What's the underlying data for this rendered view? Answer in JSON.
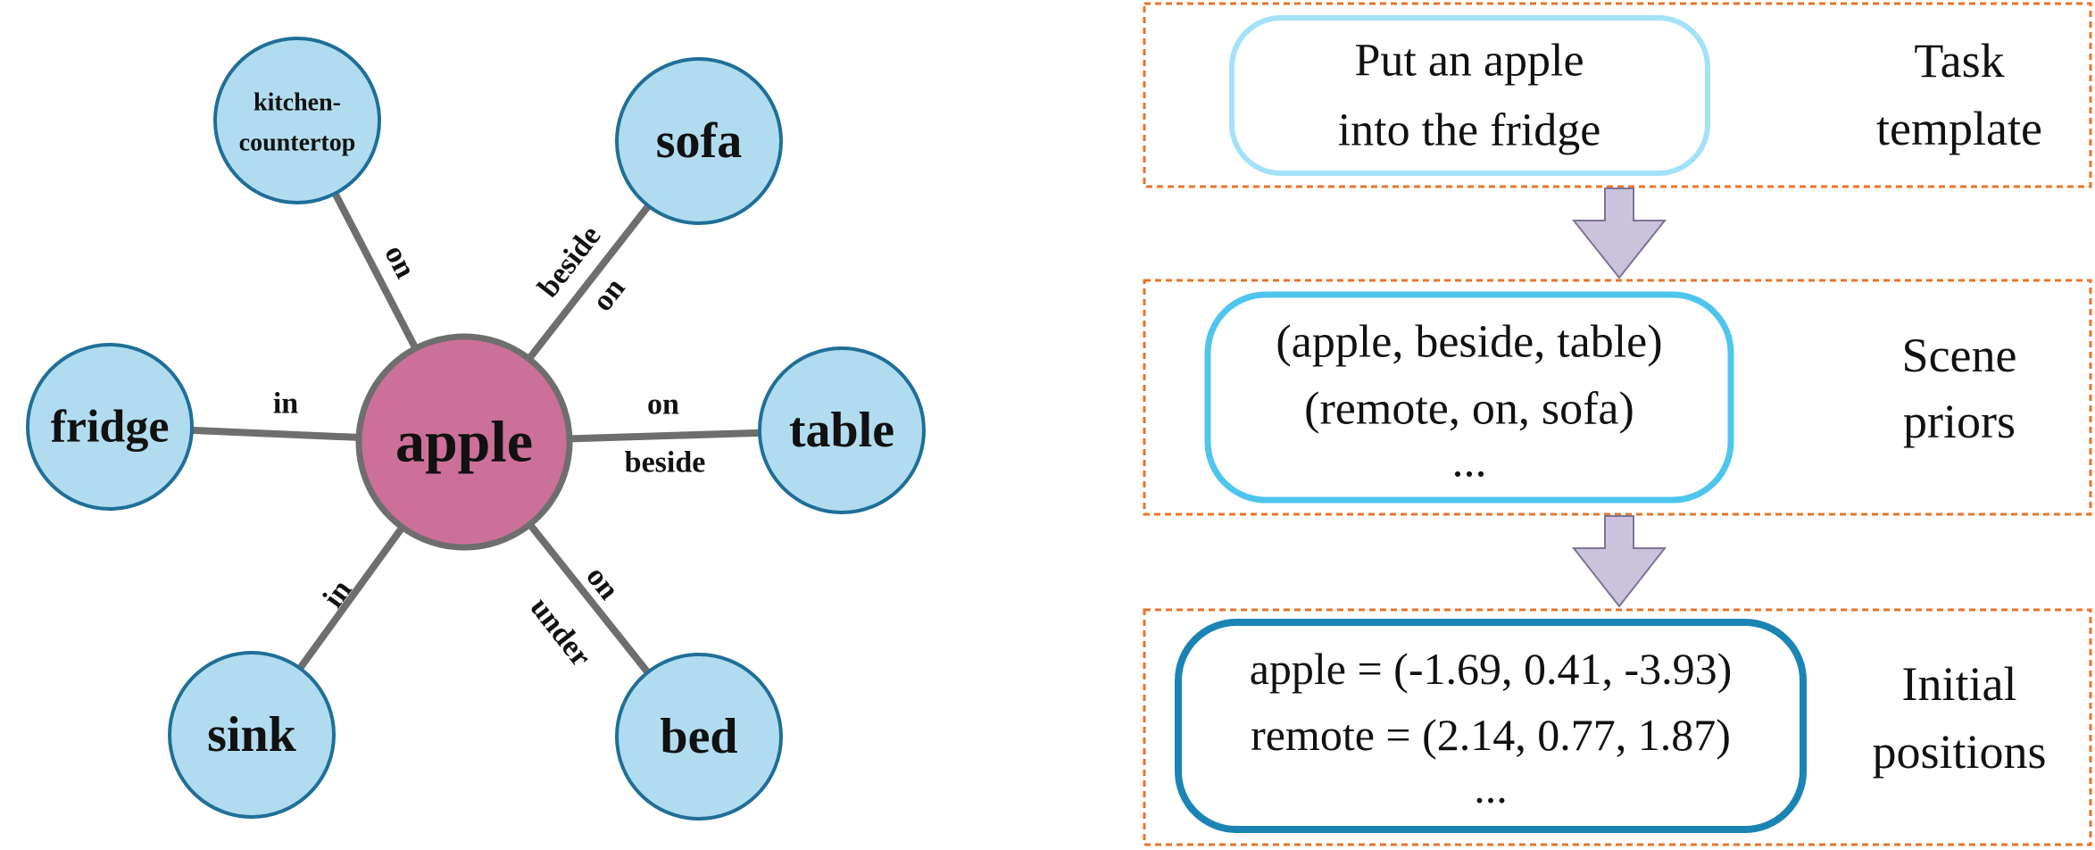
{
  "graph": {
    "center": {
      "label": "apple",
      "fill": "#cc7099",
      "stroke": "#6e6e6e",
      "text_color": "#f4f4f4"
    },
    "node_fill": "#b1dcf0",
    "node_stroke": "#1f6f98",
    "edge_color": "#6e6e6e",
    "nodes": [
      {
        "label": "kitchen-countertop",
        "lines": [
          "kitchen-",
          "countertop"
        ],
        "relations": [
          "on"
        ]
      },
      {
        "label": "sofa",
        "lines": [
          "sofa"
        ],
        "relations": [
          "beside",
          "on"
        ]
      },
      {
        "label": "fridge",
        "lines": [
          "fridge"
        ],
        "relations": [
          "in"
        ]
      },
      {
        "label": "table",
        "lines": [
          "table"
        ],
        "relations": [
          "on",
          "beside"
        ]
      },
      {
        "label": "sink",
        "lines": [
          "sink"
        ],
        "relations": [
          "in"
        ]
      },
      {
        "label": "bed",
        "lines": [
          "bed"
        ],
        "relations": [
          "on",
          "under"
        ]
      }
    ]
  },
  "pipeline": {
    "section_border": "#e8742a",
    "arrow_fill": "#cbc2dc",
    "arrow_stroke": "#7f7396",
    "sections": [
      {
        "name": "Task template",
        "name_lines": [
          "Task",
          "template"
        ],
        "box_stroke": "#a3e2f8",
        "box_lines": [
          "Put an apple",
          "into the fridge"
        ]
      },
      {
        "name": "Scene priors",
        "name_lines": [
          "Scene",
          "priors"
        ],
        "box_stroke": "#4ec5ed",
        "box_lines": [
          "(apple, beside, table)",
          "(remote, on, sofa)",
          "..."
        ]
      },
      {
        "name": "Initial positions",
        "name_lines": [
          "Initial",
          "positions"
        ],
        "box_stroke": "#1a84b5",
        "box_lines": [
          "apple = (-1.69, 0.41, -3.93)",
          "remote = (2.14, 0.77, 1.87)",
          "..."
        ]
      }
    ]
  }
}
